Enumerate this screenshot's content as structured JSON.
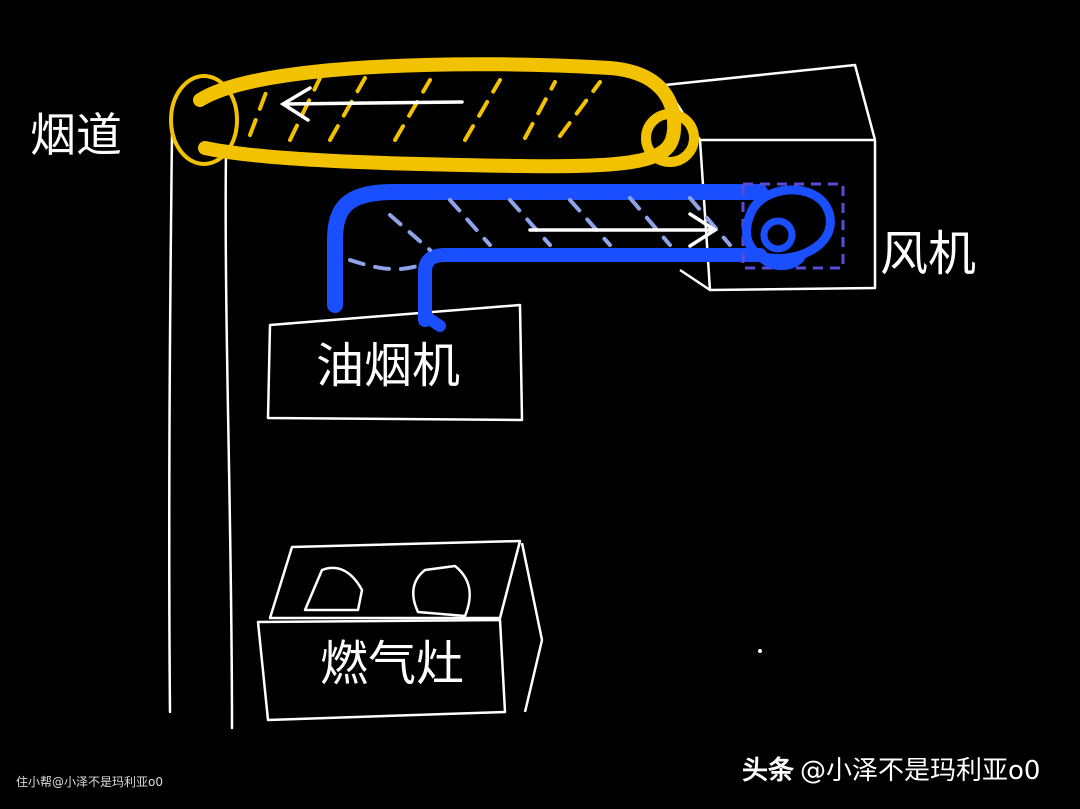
{
  "labels": {
    "flue": "烟道",
    "fan": "风机",
    "range_hood": "油烟机",
    "gas_stove": "燃气灶"
  },
  "watermarks": {
    "brand": "头条",
    "user": "@小泽不是玛利亚o0",
    "small": "住小帮@小泽不是玛利亚o0"
  },
  "colors": {
    "background": "#000000",
    "line": "#ffffff",
    "flue_duct": "#f2c200",
    "supply_duct": "#1a4fff",
    "stripe_blue": "#8fa4e8",
    "fan_dashed": "#5a4cd6"
  },
  "arrows": {
    "flue_direction": "left",
    "supply_direction": "right"
  }
}
